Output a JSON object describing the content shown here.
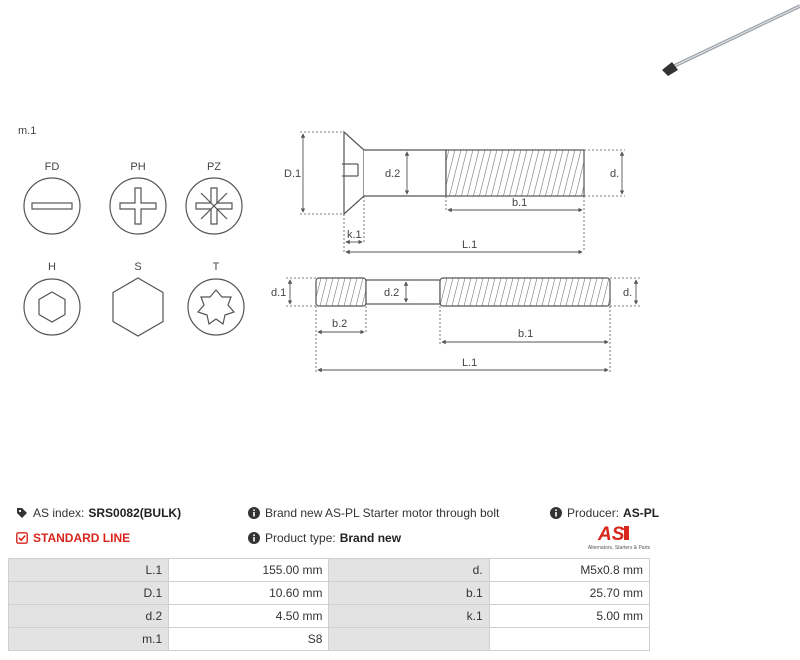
{
  "drawing": {
    "material_label": "m.1",
    "head_types": [
      "FD",
      "PH",
      "PZ",
      "H",
      "S",
      "T"
    ],
    "dims_top": {
      "D1": "D.1",
      "d2": "d.2",
      "d": "d.",
      "b1": "b.1",
      "k1": "k.1",
      "L1": "L.1"
    },
    "dims_bottom": {
      "d1": "d.1",
      "d2": "d.2",
      "d": "d.",
      "b2": "b.2",
      "b1": "b.1",
      "L1": "L.1"
    }
  },
  "info": {
    "as_index_label": "AS index:",
    "as_index_value": "SRS0082(BULK)",
    "standard_line": "STANDARD LINE",
    "description": "Brand new AS-PL Starter motor through bolt",
    "product_type_label": "Product type:",
    "product_type_value": "Brand new",
    "producer_label": "Producer:",
    "producer_value": "AS-PL",
    "logo_text": "AS",
    "logo_tagline": "Alternators, Starters & Parts"
  },
  "specs": [
    [
      {
        "label": "L.1",
        "value": "155.00 mm"
      },
      {
        "label": "d.",
        "value": "M5x0.8 mm"
      }
    ],
    [
      {
        "label": "D.1",
        "value": "10.60 mm"
      },
      {
        "label": "b.1",
        "value": "25.70 mm"
      }
    ],
    [
      {
        "label": "d.2",
        "value": "4.50 mm"
      },
      {
        "label": "k.1",
        "value": "5.00 mm"
      }
    ],
    [
      {
        "label": "m.1",
        "value": "S8"
      },
      {
        "label": "",
        "value": ""
      }
    ]
  ],
  "colors": {
    "accent_red": "#d9261c",
    "line": "#555555",
    "table_label_bg": "#e3e3e3"
  }
}
